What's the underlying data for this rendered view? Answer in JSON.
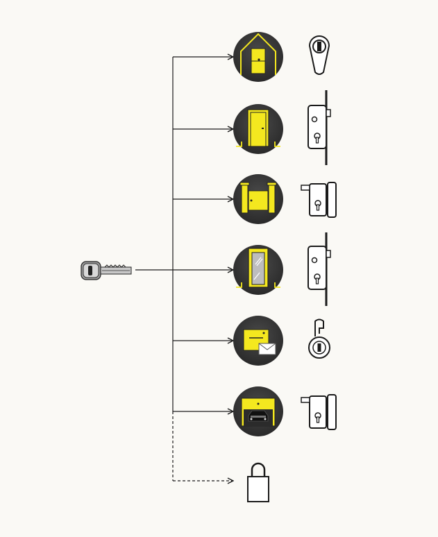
{
  "diagram": {
    "source": {
      "icon": "key-icon"
    },
    "colors": {
      "background": "#faf9f5",
      "accent": "#f4e81f",
      "circle_dark": "#333333",
      "line": "#1a1a1a"
    },
    "rows": [
      {
        "door_icon": "house-entrance-door-icon",
        "lock_icon": "euro-cylinder-lock-icon",
        "connector": "solid"
      },
      {
        "door_icon": "interior-door-icon",
        "lock_icon": "mortise-lock-icon",
        "connector": "solid"
      },
      {
        "door_icon": "garden-gate-icon",
        "lock_icon": "gate-lock-icon",
        "connector": "solid"
      },
      {
        "door_icon": "glass-door-icon",
        "lock_icon": "mortise-lock-icon",
        "connector": "solid"
      },
      {
        "door_icon": "mailbox-icon",
        "lock_icon": "mailbox-cam-lock-icon",
        "connector": "solid"
      },
      {
        "door_icon": "garage-door-icon",
        "lock_icon": "gate-lock-icon",
        "connector": "solid"
      },
      {
        "door_icon": "padlock-icon",
        "lock_icon": "",
        "connector": "dashed"
      }
    ]
  }
}
